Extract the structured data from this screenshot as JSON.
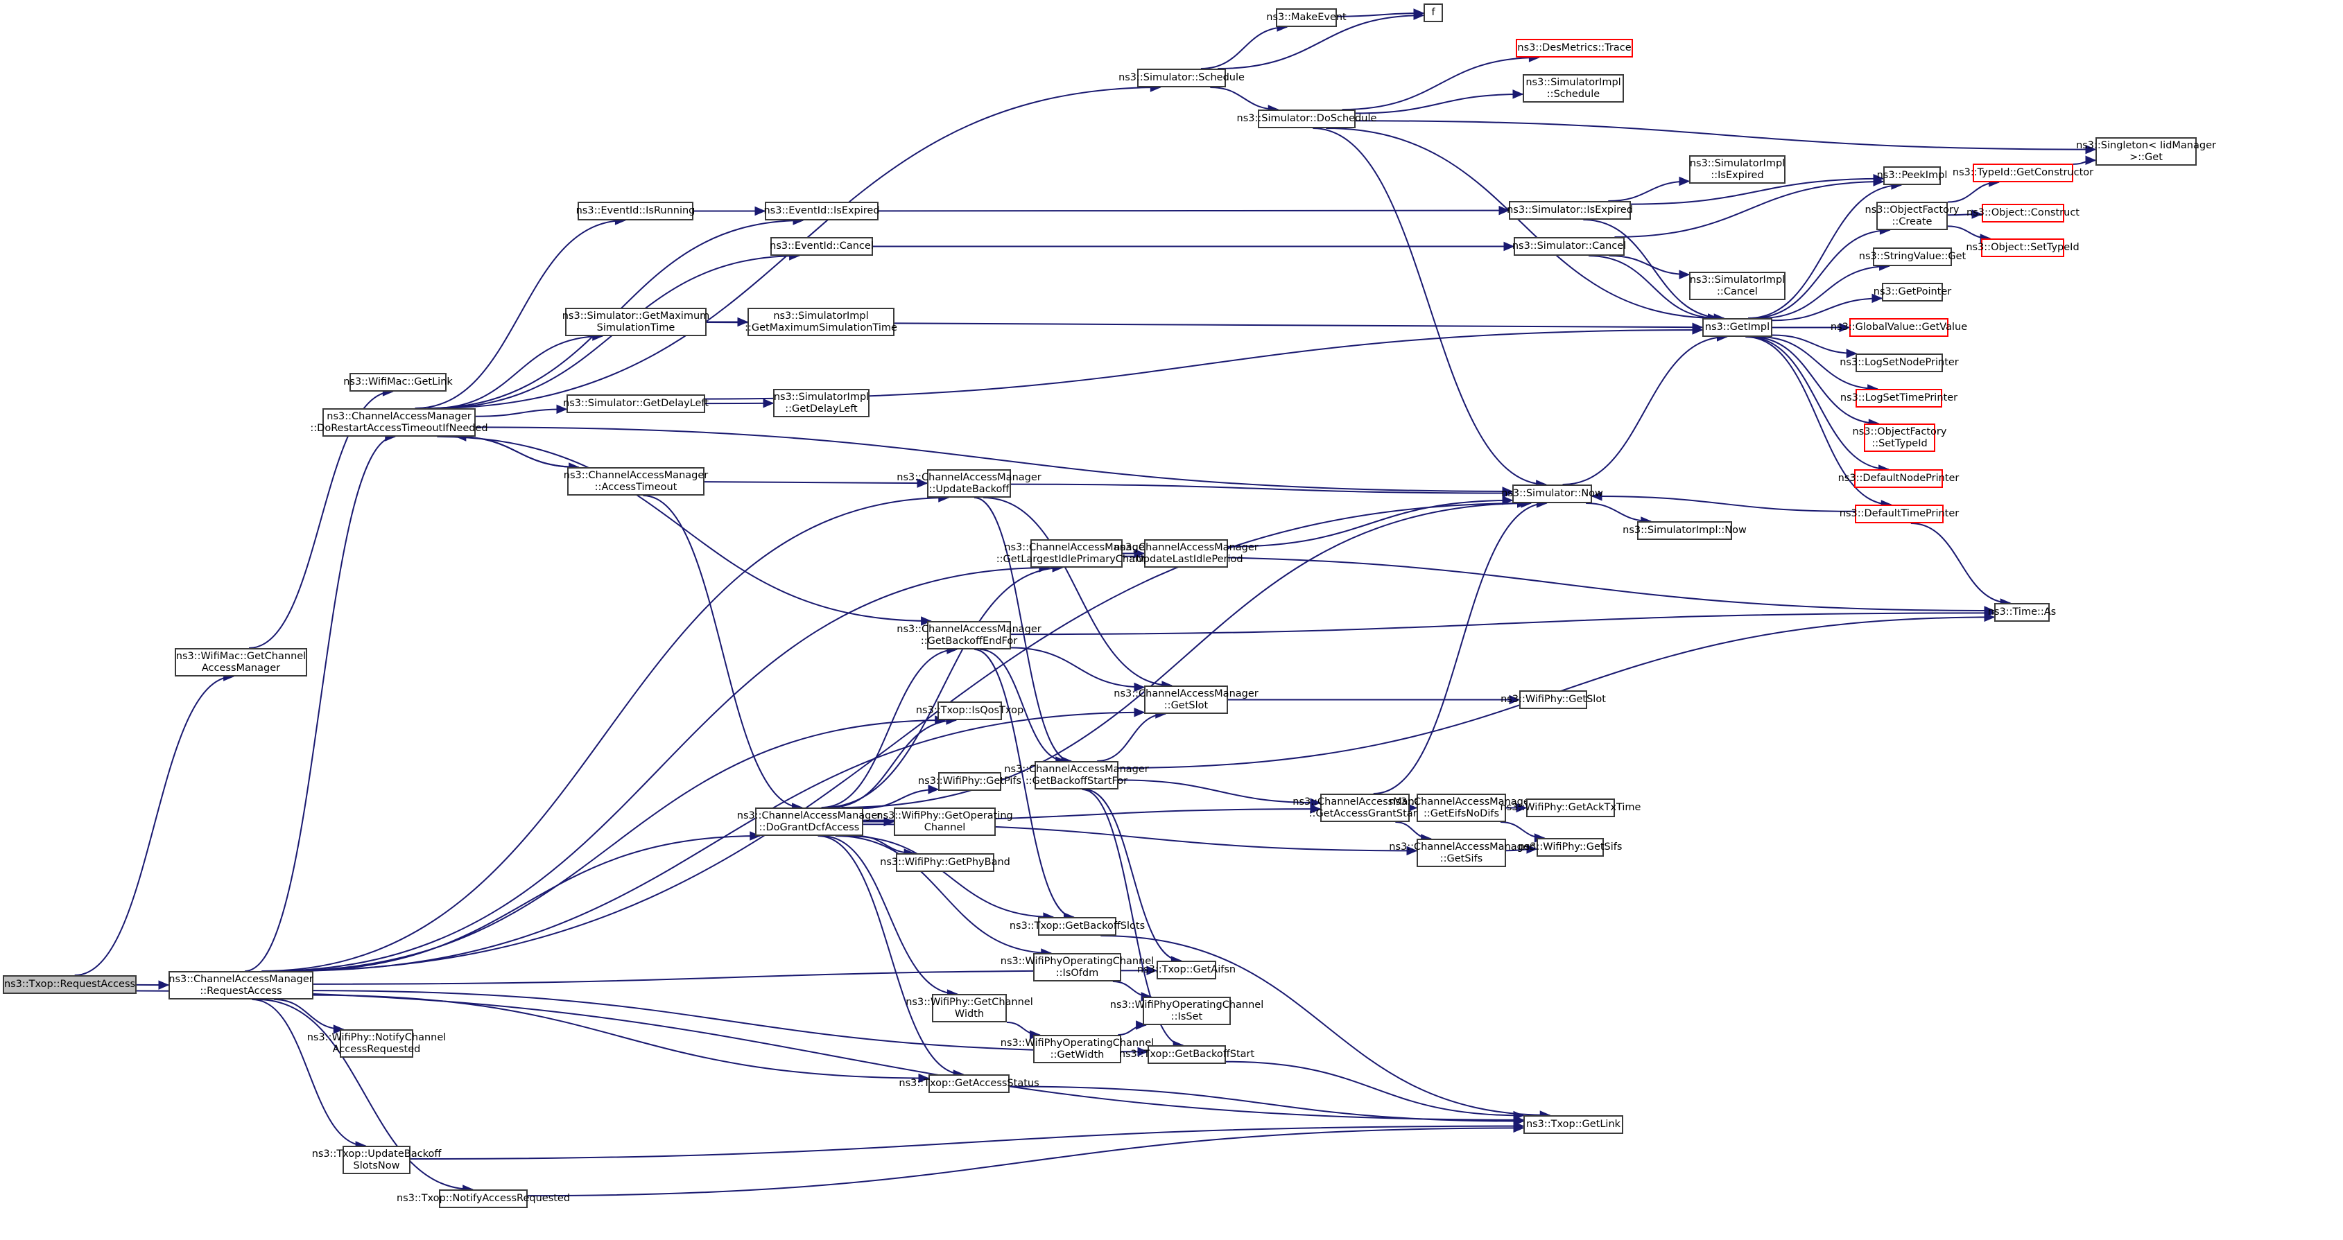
{
  "diagram": {
    "type": "call-graph",
    "edge_color": "#191970",
    "root_fill": "#bfbfbf",
    "external_border": "#ff0000",
    "nodes": {
      "txop_request_access": {
        "label": "ns3::Txop::RequestAccess",
        "kind": "root"
      },
      "cam_request_access": {
        "label": "ns3::ChannelAccessManager\n::RequestAccess",
        "kind": "normal"
      },
      "wifimac_get_cam": {
        "label": "ns3::WifiMac::GetChannel\nAccessManager",
        "kind": "normal"
      },
      "wifimac_get_link": {
        "label": "ns3::WifiMac::GetLink",
        "kind": "normal"
      },
      "cam_do_restart": {
        "label": "ns3::ChannelAccessManager\n::DoRestartAccessTimeoutIfNeeded",
        "kind": "normal"
      },
      "eventid_is_running": {
        "label": "ns3::EventId::IsRunning",
        "kind": "normal"
      },
      "eventid_is_expired": {
        "label": "ns3::EventId::IsExpired",
        "kind": "normal"
      },
      "eventid_cancel": {
        "label": "ns3::EventId::Cancel",
        "kind": "normal"
      },
      "sim_get_max_time": {
        "label": "ns3::Simulator::GetMaximum\nSimulationTime",
        "kind": "normal"
      },
      "simimpl_get_max_time": {
        "label": "ns3::SimulatorImpl\n::GetMaximumSimulationTime",
        "kind": "normal"
      },
      "sim_get_delay_left": {
        "label": "ns3::Simulator::GetDelayLeft",
        "kind": "normal"
      },
      "simimpl_get_delay_left": {
        "label": "ns3::SimulatorImpl\n::GetDelayLeft",
        "kind": "normal"
      },
      "cam_access_timeout": {
        "label": "ns3::ChannelAccessManager\n::AccessTimeout",
        "kind": "normal"
      },
      "sim_schedule": {
        "label": "ns3::Simulator::Schedule",
        "kind": "normal"
      },
      "make_event": {
        "label": "ns3::MakeEvent",
        "kind": "normal"
      },
      "f": {
        "label": "f",
        "kind": "normal"
      },
      "desmetrics_trace": {
        "label": "ns3::DesMetrics::Trace",
        "kind": "external"
      },
      "simimpl_schedule": {
        "label": "ns3::SimulatorImpl\n::Schedule",
        "kind": "normal"
      },
      "sim_do_schedule": {
        "label": "ns3::Simulator::DoSchedule",
        "kind": "normal"
      },
      "singleton_get": {
        "label": "ns3::Singleton< IidManager\n>::Get",
        "kind": "normal"
      },
      "sim_is_expired": {
        "label": "ns3::Simulator::IsExpired",
        "kind": "normal"
      },
      "simimpl_is_expired": {
        "label": "ns3::SimulatorImpl\n::IsExpired",
        "kind": "normal"
      },
      "sim_cancel": {
        "label": "ns3::Simulator::Cancel",
        "kind": "normal"
      },
      "simimpl_cancel": {
        "label": "ns3::SimulatorImpl\n::Cancel",
        "kind": "normal"
      },
      "get_impl": {
        "label": "ns3::GetImpl",
        "kind": "normal"
      },
      "peek_impl": {
        "label": "ns3::PeekImpl",
        "kind": "normal"
      },
      "objfactory_create": {
        "label": "ns3::ObjectFactory\n::Create",
        "kind": "normal"
      },
      "typeid_get_constructor": {
        "label": "ns3::TypeId::GetConstructor",
        "kind": "external"
      },
      "object_construct": {
        "label": "ns3::Object::Construct",
        "kind": "external"
      },
      "object_set_typeid": {
        "label": "ns3::Object::SetTypeId",
        "kind": "external"
      },
      "stringvalue_get": {
        "label": "ns3::StringValue::Get",
        "kind": "normal"
      },
      "get_pointer": {
        "label": "ns3::GetPointer",
        "kind": "normal"
      },
      "globalvalue_get_value": {
        "label": "ns3::GlobalValue::GetValue",
        "kind": "external"
      },
      "log_set_node_printer": {
        "label": "ns3::LogSetNodePrinter",
        "kind": "normal"
      },
      "log_set_time_printer": {
        "label": "ns3::LogSetTimePrinter",
        "kind": "external"
      },
      "objfactory_set_typeid": {
        "label": "ns3::ObjectFactory\n::SetTypeId",
        "kind": "external"
      },
      "default_node_printer": {
        "label": "ns3::DefaultNodePrinter",
        "kind": "external"
      },
      "default_time_printer": {
        "label": "ns3::DefaultTimePrinter",
        "kind": "external"
      },
      "sim_now": {
        "label": "ns3::Simulator::Now",
        "kind": "normal"
      },
      "simimpl_now": {
        "label": "ns3::SimulatorImpl::Now",
        "kind": "normal"
      },
      "time_as": {
        "label": "ns3::Time::As",
        "kind": "normal"
      },
      "cam_update_backoff": {
        "label": "ns3::ChannelAccessManager\n::UpdateBackoff",
        "kind": "normal"
      },
      "cam_get_largest_idle": {
        "label": "ns3::ChannelAccessManager\n::GetLargestIdlePrimaryChannel",
        "kind": "normal"
      },
      "cam_update_last_idle": {
        "label": "ns3::ChannelAccessManager\n::UpdateLastIdlePeriod",
        "kind": "normal"
      },
      "cam_get_backoff_end_for": {
        "label": "ns3::ChannelAccessManager\n::GetBackoffEndFor",
        "kind": "normal"
      },
      "cam_get_slot": {
        "label": "ns3::ChannelAccessManager\n::GetSlot",
        "kind": "normal"
      },
      "wifiphy_get_slot": {
        "label": "ns3::WifiPhy::GetSlot",
        "kind": "normal"
      },
      "txop_is_qos_txop": {
        "label": "ns3::Txop::IsQosTxop",
        "kind": "normal"
      },
      "wifiphy_get_pifs": {
        "label": "ns3::WifiPhy::GetPifs",
        "kind": "normal"
      },
      "cam_get_backoff_start_for": {
        "label": "ns3::ChannelAccessManager\n::GetBackoffStartFor",
        "kind": "normal"
      },
      "cam_do_grant_dcf_access": {
        "label": "ns3::ChannelAccessManager\n::DoGrantDcfAccess",
        "kind": "normal"
      },
      "wifiphy_get_operating_channel": {
        "label": "ns3::WifiPhy::GetOperating\nChannel",
        "kind": "normal"
      },
      "wifiphy_get_phy_band": {
        "label": "ns3::WifiPhy::GetPhyBand",
        "kind": "normal"
      },
      "cam_get_access_grant_start": {
        "label": "ns3::ChannelAccessManager\n::GetAccessGrantStart",
        "kind": "normal"
      },
      "cam_get_eifs_no_difs": {
        "label": "ns3::ChannelAccessManager\n::GetEifsNoDifs",
        "kind": "normal"
      },
      "wifiphy_get_ack_tx_time": {
        "label": "ns3::WifiPhy::GetAckTxTime",
        "kind": "normal"
      },
      "cam_get_sifs": {
        "label": "ns3::ChannelAccessManager\n::GetSifs",
        "kind": "normal"
      },
      "wifiphy_get_sifs": {
        "label": "ns3::WifiPhy::GetSifs",
        "kind": "normal"
      },
      "txop_get_backoff_slots": {
        "label": "ns3::Txop::GetBackoffSlots",
        "kind": "normal"
      },
      "wpoc_is_ofdm": {
        "label": "ns3::WifiPhyOperatingChannel\n::IsOfdm",
        "kind": "normal"
      },
      "txop_get_aifsn": {
        "label": "ns3::Txop::GetAifsn",
        "kind": "normal"
      },
      "wifiphy_get_channel_width": {
        "label": "ns3::WifiPhy::GetChannel\nWidth",
        "kind": "normal"
      },
      "wpoc_is_set": {
        "label": "ns3::WifiPhyOperatingChannel\n::IsSet",
        "kind": "normal"
      },
      "wpoc_get_width": {
        "label": "ns3::WifiPhyOperatingChannel\n::GetWidth",
        "kind": "normal"
      },
      "txop_get_backoff_start": {
        "label": "ns3::Txop::GetBackoffStart",
        "kind": "normal"
      },
      "wifiphy_notify_channel_access_requested": {
        "label": "ns3::WifiPhy::NotifyChannel\nAccessRequested",
        "kind": "normal"
      },
      "txop_get_access_status": {
        "label": "ns3::Txop::GetAccessStatus",
        "kind": "normal"
      },
      "txop_get_link": {
        "label": "ns3::Txop::GetLink",
        "kind": "normal"
      },
      "txop_update_backoff_slots_now": {
        "label": "ns3::Txop::UpdateBackoff\nSlotsNow",
        "kind": "normal"
      },
      "txop_notify_access_requested": {
        "label": "ns3::Txop::NotifyAccessRequested",
        "kind": "normal"
      }
    },
    "edges": [
      [
        "txop_request_access",
        "cam_request_access"
      ],
      [
        "txop_request_access",
        "wifimac_get_cam"
      ],
      [
        "txop_request_access",
        "txop_get_link"
      ],
      [
        "wifimac_get_cam",
        "wifimac_get_link"
      ],
      [
        "cam_request_access",
        "cam_do_restart"
      ],
      [
        "cam_request_access",
        "cam_update_backoff"
      ],
      [
        "cam_request_access",
        "cam_get_largest_idle"
      ],
      [
        "cam_request_access",
        "cam_get_slot"
      ],
      [
        "cam_request_access",
        "txop_is_qos_txop"
      ],
      [
        "cam_request_access",
        "cam_do_grant_dcf_access"
      ],
      [
        "cam_request_access",
        "txop_get_aifsn"
      ],
      [
        "cam_request_access",
        "wifiphy_notify_channel_access_requested"
      ],
      [
        "cam_request_access",
        "txop_get_access_status"
      ],
      [
        "cam_request_access",
        "txop_get_backoff_start"
      ],
      [
        "cam_request_access",
        "txop_update_backoff_slots_now"
      ],
      [
        "cam_request_access",
        "txop_notify_access_requested"
      ],
      [
        "cam_request_access",
        "sim_now"
      ],
      [
        "cam_do_restart",
        "eventid_is_running"
      ],
      [
        "cam_do_restart",
        "eventid_is_expired"
      ],
      [
        "cam_do_restart",
        "eventid_cancel"
      ],
      [
        "cam_do_restart",
        "sim_get_max_time"
      ],
      [
        "cam_do_restart",
        "sim_get_delay_left"
      ],
      [
        "cam_do_restart",
        "cam_access_timeout"
      ],
      [
        "cam_do_restart",
        "sim_schedule"
      ],
      [
        "cam_do_restart",
        "sim_now"
      ],
      [
        "cam_do_restart",
        "cam_get_backoff_end_for"
      ],
      [
        "cam_access_timeout",
        "cam_do_restart"
      ],
      [
        "cam_access_timeout",
        "cam_update_backoff"
      ],
      [
        "cam_access_timeout",
        "cam_do_grant_dcf_access"
      ],
      [
        "eventid_is_running",
        "eventid_is_expired"
      ],
      [
        "eventid_is_expired",
        "sim_is_expired"
      ],
      [
        "eventid_cancel",
        "sim_cancel"
      ],
      [
        "sim_get_max_time",
        "simimpl_get_max_time"
      ],
      [
        "sim_get_max_time",
        "get_impl"
      ],
      [
        "sim_get_delay_left",
        "simimpl_get_delay_left"
      ],
      [
        "sim_get_delay_left",
        "get_impl"
      ],
      [
        "sim_schedule",
        "make_event"
      ],
      [
        "sim_schedule",
        "f"
      ],
      [
        "sim_schedule",
        "sim_do_schedule"
      ],
      [
        "make_event",
        "f"
      ],
      [
        "sim_do_schedule",
        "desmetrics_trace"
      ],
      [
        "sim_do_schedule",
        "simimpl_schedule"
      ],
      [
        "sim_do_schedule",
        "singleton_get"
      ],
      [
        "sim_do_schedule",
        "get_impl"
      ],
      [
        "sim_do_schedule",
        "sim_now"
      ],
      [
        "sim_is_expired",
        "simimpl_is_expired"
      ],
      [
        "sim_is_expired",
        "peek_impl"
      ],
      [
        "sim_is_expired",
        "get_impl"
      ],
      [
        "sim_cancel",
        "simimpl_cancel"
      ],
      [
        "sim_cancel",
        "peek_impl"
      ],
      [
        "sim_cancel",
        "get_impl"
      ],
      [
        "get_impl",
        "peek_impl"
      ],
      [
        "get_impl",
        "objfactory_create"
      ],
      [
        "get_impl",
        "stringvalue_get"
      ],
      [
        "get_impl",
        "get_pointer"
      ],
      [
        "get_impl",
        "globalvalue_get_value"
      ],
      [
        "get_impl",
        "log_set_node_printer"
      ],
      [
        "get_impl",
        "log_set_time_printer"
      ],
      [
        "get_impl",
        "objfactory_set_typeid"
      ],
      [
        "get_impl",
        "default_node_printer"
      ],
      [
        "get_impl",
        "default_time_printer"
      ],
      [
        "objfactory_create",
        "typeid_get_constructor"
      ],
      [
        "objfactory_create",
        "object_construct"
      ],
      [
        "objfactory_create",
        "object_set_typeid"
      ],
      [
        "typeid_get_constructor",
        "singleton_get"
      ],
      [
        "default_time_printer",
        "sim_now"
      ],
      [
        "default_time_printer",
        "time_as"
      ],
      [
        "sim_now",
        "get_impl"
      ],
      [
        "sim_now",
        "simimpl_now"
      ],
      [
        "cam_update_backoff",
        "sim_now"
      ],
      [
        "cam_update_backoff",
        "cam_get_slot"
      ],
      [
        "cam_update_backoff",
        "cam_get_backoff_start_for"
      ],
      [
        "cam_get_largest_idle",
        "cam_update_last_idle"
      ],
      [
        "cam_get_largest_idle",
        "time_as"
      ],
      [
        "cam_update_last_idle",
        "sim_now"
      ],
      [
        "cam_get_backoff_end_for",
        "time_as"
      ],
      [
        "cam_get_backoff_end_for",
        "cam_get_slot"
      ],
      [
        "cam_get_backoff_end_for",
        "cam_get_backoff_start_for"
      ],
      [
        "cam_get_backoff_end_for",
        "txop_get_backoff_slots"
      ],
      [
        "cam_get_slot",
        "wifiphy_get_slot"
      ],
      [
        "cam_get_backoff_start_for",
        "cam_get_slot"
      ],
      [
        "cam_get_backoff_start_for",
        "cam_get_access_grant_start"
      ],
      [
        "cam_get_backoff_start_for",
        "time_as"
      ],
      [
        "cam_get_backoff_start_for",
        "txop_get_aifsn"
      ],
      [
        "cam_get_backoff_start_for",
        "txop_get_backoff_start"
      ],
      [
        "cam_do_grant_dcf_access",
        "sim_now"
      ],
      [
        "cam_do_grant_dcf_access",
        "cam_get_backoff_end_for"
      ],
      [
        "cam_do_grant_dcf_access",
        "txop_is_qos_txop"
      ],
      [
        "cam_do_grant_dcf_access",
        "wifiphy_get_pifs"
      ],
      [
        "cam_do_grant_dcf_access",
        "wifiphy_get_operating_channel"
      ],
      [
        "cam_do_grant_dcf_access",
        "wifiphy_get_phy_band"
      ],
      [
        "cam_do_grant_dcf_access",
        "cam_get_sifs"
      ],
      [
        "cam_do_grant_dcf_access",
        "txop_get_backoff_slots"
      ],
      [
        "cam_do_grant_dcf_access",
        "wpoc_is_ofdm"
      ],
      [
        "cam_do_grant_dcf_access",
        "wifiphy_get_channel_width"
      ],
      [
        "cam_do_grant_dcf_access",
        "txop_get_access_status"
      ],
      [
        "cam_do_grant_dcf_access",
        "cam_get_access_grant_start"
      ],
      [
        "cam_do_grant_dcf_access",
        "cam_get_largest_idle"
      ],
      [
        "cam_get_access_grant_start",
        "cam_get_eifs_no_difs"
      ],
      [
        "cam_get_access_grant_start",
        "cam_get_sifs"
      ],
      [
        "cam_get_access_grant_start",
        "sim_now"
      ],
      [
        "cam_get_eifs_no_difs",
        "wifiphy_get_ack_tx_time"
      ],
      [
        "cam_get_eifs_no_difs",
        "wifiphy_get_sifs"
      ],
      [
        "cam_get_sifs",
        "wifiphy_get_sifs"
      ],
      [
        "wpoc_is_ofdm",
        "wpoc_is_set"
      ],
      [
        "wifiphy_get_channel_width",
        "wpoc_get_width"
      ],
      [
        "wpoc_get_width",
        "wpoc_is_set"
      ],
      [
        "txop_get_backoff_slots",
        "txop_get_link"
      ],
      [
        "txop_get_backoff_start",
        "txop_get_link"
      ],
      [
        "txop_get_access_status",
        "txop_get_link"
      ],
      [
        "txop_update_backoff_slots_now",
        "txop_get_link"
      ],
      [
        "txop_notify_access_requested",
        "txop_get_link"
      ]
    ]
  }
}
